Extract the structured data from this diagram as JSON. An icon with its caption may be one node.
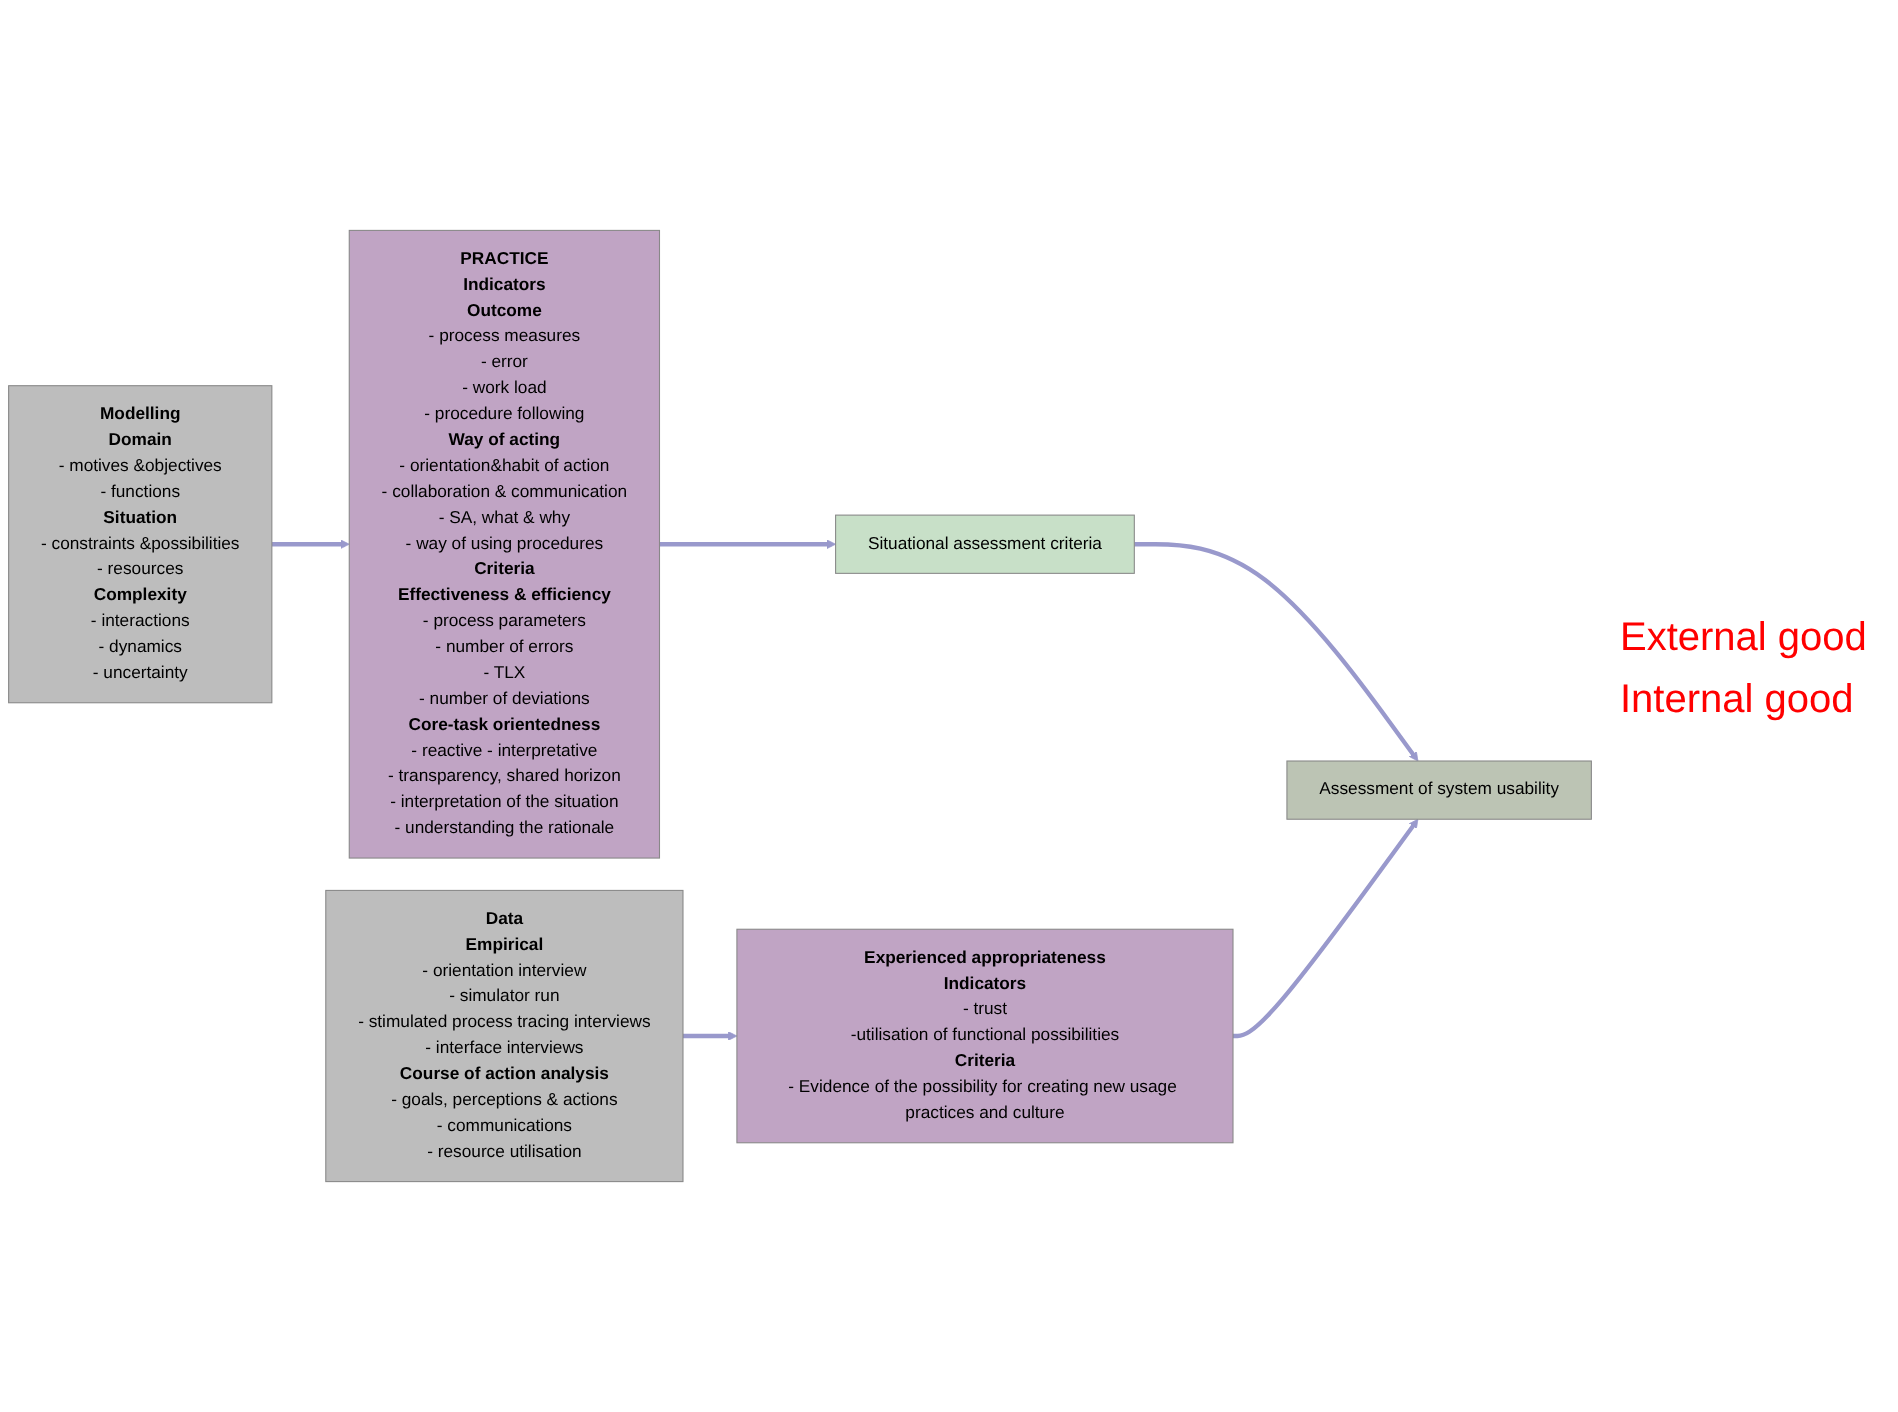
{
  "diagram": {
    "nodes": [
      {
        "text": [
          "Modelling",
          "Domain",
          "- motives &objectives",
          "- functions",
          "Situation",
          "- constraints &possibilities",
          "- resources",
          "Complexity",
          "- interactions",
          "- dynamics",
          "- uncertainty"
        ]
      },
      {
        "text": [
          "Data",
          "Empirical",
          "- orientation interview",
          "- simulator run",
          "- stimulated process tracing interviews",
          "- interface interviews",
          "Course of action analysis",
          "- goals, perceptions & actions",
          "- communications",
          "- resource utilisation"
        ]
      },
      {
        "text": [
          "PRACTICE",
          "Indicators",
          "Outcome",
          "- process measures",
          "- error",
          "- work load",
          "- procedure following",
          "Way of acting",
          "- orientation&habit of action",
          "- collaboration & communication",
          "- SA, what & why",
          "- way of using procedures",
          "Criteria",
          "Effectiveness & efficiency",
          "- process parameters",
          "- number of errors",
          "- TLX",
          "- number of deviations",
          "Core-task orientedness",
          "- reactive - interpretative",
          "- transparency, shared horizon",
          "- interpretation of the situation",
          "- understanding the rationale"
        ]
      },
      {
        "text": [
          "Experienced appropriateness",
          "Indicators",
          "- trust",
          "-utilisation of functional possibilities",
          "Criteria",
          "- Evidence of the possibility for creating new usage practices and culture"
        ]
      },
      {
        "text": [
          "Situational assessment criteria"
        ]
      },
      {
        "text": [
          "Assessment of system usability"
        ]
      }
    ],
    "edges": [
      {
        "from": 0,
        "to": 2,
        "arrow": "to"
      },
      {
        "from": 1,
        "to": 3,
        "arrow": "to"
      },
      {
        "from": 2,
        "to": 4,
        "arrow": "to"
      },
      {
        "from": 4,
        "to": 5,
        "arrow": "to"
      },
      {
        "from": 3,
        "to": 5,
        "arrow": "to"
      }
    ],
    "labels": [
      "External good",
      "Internal good"
    ]
  }
}
